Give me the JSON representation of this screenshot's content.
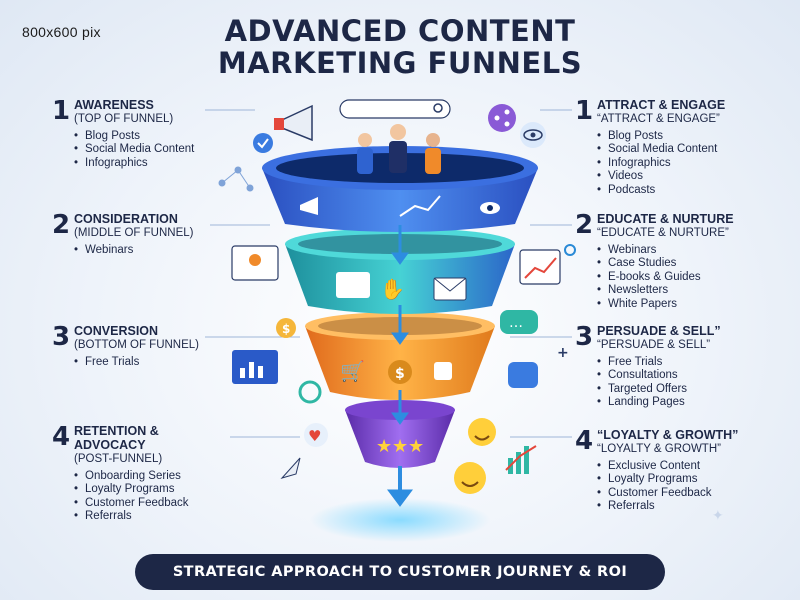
{
  "canvas_label": "800x600 pix",
  "title": {
    "line1": "ADVANCED CONTENT",
    "line2": "MARKETING FUNNELS"
  },
  "left_stages": [
    {
      "num": "1",
      "head": "AWARENESS",
      "sub": "(TOP OF FUNNEL)",
      "items": [
        "Blog Posts",
        "Social Media Content",
        "Infographics"
      ]
    },
    {
      "num": "2",
      "head": "CONSIDERATION",
      "sub": "(MIDDLE OF FUNNEL)",
      "items": [
        "Webinars"
      ]
    },
    {
      "num": "3",
      "head": "CONVERSION",
      "sub": "(BOTTOM OF FUNNEL)",
      "items": [
        "Free Trials"
      ]
    },
    {
      "num": "4",
      "head": "RETENTION & ADVOCACY",
      "sub": "(POST-FUNNEL)",
      "items": [
        "Onboarding Series",
        "Loyalty Programs",
        "Customer Feedback",
        "Referrals"
      ]
    }
  ],
  "right_stages": [
    {
      "num": "1",
      "head": "ATTRACT & ENGAGE",
      "sub": "“ATTRACT & ENGAGE”",
      "items": [
        "Blog Posts",
        "Social Media Content",
        "Infographics",
        "Videos",
        "Podcasts"
      ]
    },
    {
      "num": "2",
      "head": "EDUCATE & NURTURE",
      "sub": "“EDUCATE & NURTURE”",
      "items": [
        "Webinars",
        "Case Studies",
        "E-books & Guides",
        "Newsletters",
        "White Papers"
      ]
    },
    {
      "num": "3",
      "head": "PERSUADE & SELL”",
      "sub": "“PERSUADE & SELL”",
      "items": [
        "Free Trials",
        "Consultations",
        "Targeted Offers",
        "Landing Pages"
      ]
    },
    {
      "num": "4",
      "head": "“LOYALTY & GROWTH”",
      "sub": "“LOYALTY & GROWTH”",
      "items": [
        "Exclusive Content",
        "Loyalty Programs",
        "Customer Feedback",
        "Referrals"
      ]
    }
  ],
  "footer": "STRATEGIC APPROACH TO CUSTOMER JOURNEY & ROI",
  "colors": {
    "navy": "#1d2746",
    "tier1": "#3f7ee8",
    "tier2": "#2fb7c4",
    "tier3": "#f29a2e",
    "tier4": "#8b4fd6",
    "arrow": "#2d8de0"
  }
}
